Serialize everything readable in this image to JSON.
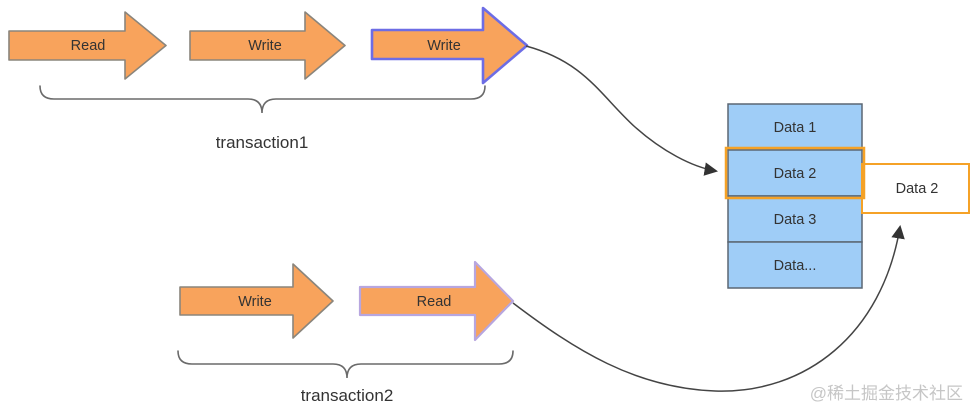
{
  "diagram": {
    "transaction1": {
      "label": "transaction1",
      "arrows": [
        {
          "label": "Read",
          "style": "plain"
        },
        {
          "label": "Write",
          "style": "plain"
        },
        {
          "label": "Write",
          "style": "highlight-blue"
        }
      ]
    },
    "transaction2": {
      "label": "transaction2",
      "arrows": [
        {
          "label": "Write",
          "style": "plain"
        },
        {
          "label": "Read",
          "style": "highlight-lavender"
        }
      ]
    },
    "data_stack": {
      "cells": [
        {
          "label": "Data 1",
          "highlighted": false
        },
        {
          "label": "Data 2",
          "highlighted": true
        },
        {
          "label": "Data 3",
          "highlighted": false
        },
        {
          "label": "Data...",
          "highlighted": false
        }
      ]
    },
    "result_box": {
      "label": "Data 2"
    },
    "watermark": "@稀土掘金技术社区",
    "colors": {
      "arrow_fill": "#F8A35C",
      "arrow_stroke": "#8A857C",
      "highlight_blue": "#6D6DE5",
      "highlight_lavender": "#B7A6DF",
      "data_fill": "#9FCDF7",
      "data_stroke": "#5B6773",
      "highlight_orange": "#F5A227",
      "connector": "#444444",
      "text": "#333333",
      "watermark": "#C6C6C6"
    }
  }
}
